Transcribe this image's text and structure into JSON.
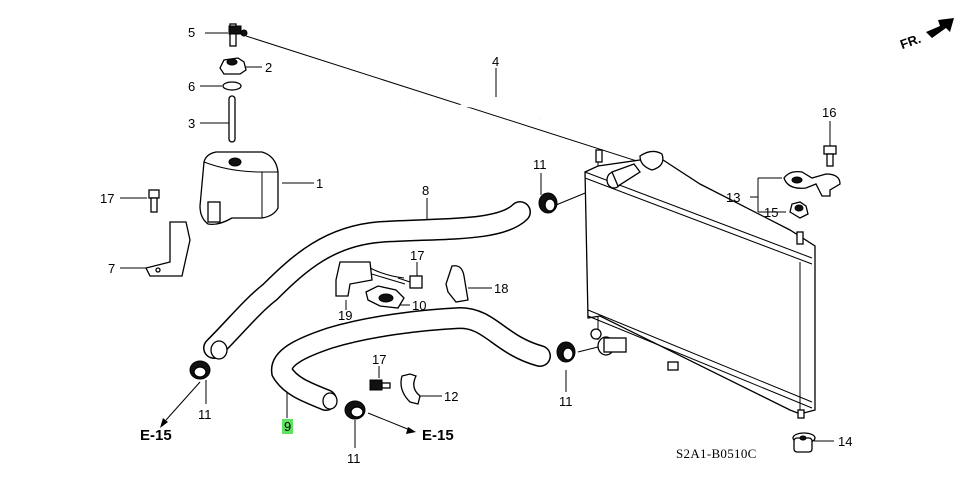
{
  "diagram": {
    "title_code": "S2A1-B0510C",
    "direction_marker": {
      "label": "FR.",
      "icon": "arrow-right-icon"
    },
    "highlight_color": "#5fe35f",
    "callouts": [
      {
        "id": "c1",
        "number": "1",
        "part": "reserve-tank",
        "highlighted": false
      },
      {
        "id": "c2",
        "number": "2",
        "part": "tank-cap",
        "highlighted": false
      },
      {
        "id": "c3",
        "number": "3",
        "part": "tube",
        "highlighted": false
      },
      {
        "id": "c4",
        "number": "4",
        "part": "overflow-hose",
        "highlighted": false
      },
      {
        "id": "c5",
        "number": "5",
        "part": "cap-fitting",
        "highlighted": false
      },
      {
        "id": "c6",
        "number": "6",
        "part": "washer",
        "highlighted": false
      },
      {
        "id": "c7",
        "number": "7",
        "part": "tank-bracket",
        "highlighted": false
      },
      {
        "id": "c8",
        "number": "8",
        "part": "upper-hose",
        "highlighted": false
      },
      {
        "id": "c9",
        "number": "9",
        "part": "lower-hose",
        "highlighted": true
      },
      {
        "id": "c10",
        "number": "10",
        "part": "hose-clamp",
        "highlighted": false
      },
      {
        "id": "c11a",
        "number": "11",
        "part": "hose-band",
        "highlighted": false
      },
      {
        "id": "c11b",
        "number": "11",
        "part": "hose-band",
        "highlighted": false
      },
      {
        "id": "c11c",
        "number": "11",
        "part": "hose-band",
        "highlighted": false
      },
      {
        "id": "c11d",
        "number": "11",
        "part": "hose-band",
        "highlighted": false
      },
      {
        "id": "c12",
        "number": "12",
        "part": "hose-clip",
        "highlighted": false
      },
      {
        "id": "c13",
        "number": "13",
        "part": "radiator-bracket",
        "highlighted": false
      },
      {
        "id": "c14",
        "number": "14",
        "part": "radiator-cushion",
        "highlighted": false
      },
      {
        "id": "c15",
        "number": "15",
        "part": "flange-nut",
        "highlighted": false
      },
      {
        "id": "c16",
        "number": "16",
        "part": "bracket-bolt",
        "highlighted": false
      },
      {
        "id": "c17a",
        "number": "17",
        "part": "flange-bolt",
        "highlighted": false
      },
      {
        "id": "c17b",
        "number": "17",
        "part": "flange-bolt",
        "highlighted": false
      },
      {
        "id": "c17c",
        "number": "17",
        "part": "flange-bolt",
        "highlighted": false
      },
      {
        "id": "c18",
        "number": "18",
        "part": "hose-clip",
        "highlighted": false
      },
      {
        "id": "c19",
        "number": "19",
        "part": "clamp-stay",
        "highlighted": false
      }
    ],
    "references": [
      {
        "id": "r1",
        "label": "E-15"
      },
      {
        "id": "r2",
        "label": "E-15"
      }
    ]
  }
}
